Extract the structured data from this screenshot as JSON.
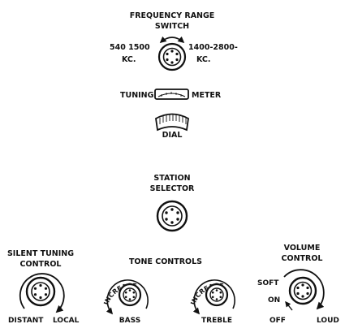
{
  "frequency_switch": {
    "title_line1": "FREQUENCY RANGE",
    "title_line2": "SWITCH",
    "left_range": "540 1500",
    "left_unit": "KC.",
    "right_range": "1400-2800-",
    "right_unit": "KC."
  },
  "tuning_meter": {
    "left_label": "TUNING",
    "right_label": "METER"
  },
  "dial": {
    "label": "DIAL"
  },
  "station_selector": {
    "line1": "STATION",
    "line2": "SELECTOR"
  },
  "silent_tuning": {
    "line1": "SILENT TUNING",
    "line2": "CONTROL",
    "left_end": "DISTANT",
    "right_end": "LOCAL"
  },
  "tone_controls": {
    "title": "TONE  CONTROLS",
    "bass_arc": "INCREASE",
    "bass_label": "BASS",
    "treble_arc": "INCREASE",
    "treble_label": "TREBLE"
  },
  "volume_control": {
    "line1": "VOLUME",
    "line2": "CONTROL",
    "soft": "SOFT",
    "on": "ON",
    "off": "OFF",
    "loud": "LOUD"
  },
  "icons": [
    "rotary-knob-icon",
    "rotation-arrow-icon",
    "meter-window-icon",
    "dial-scale-icon"
  ],
  "colors": {
    "ink": "#111111",
    "paper": "#ffffff"
  }
}
